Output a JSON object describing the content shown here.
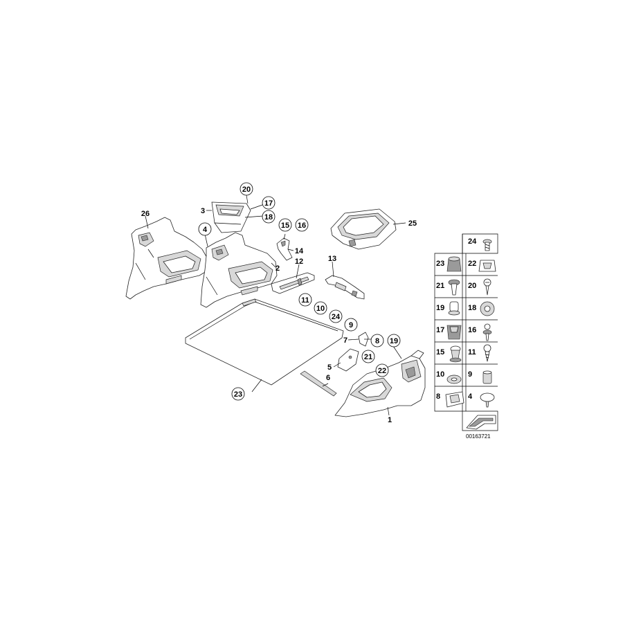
{
  "callouts": [
    {
      "id": "c26",
      "text": "26",
      "circled": false
    },
    {
      "id": "c4",
      "text": "4",
      "circled": true
    },
    {
      "id": "c20",
      "text": "20",
      "circled": true
    },
    {
      "id": "c3",
      "text": "3",
      "circled": false
    },
    {
      "id": "c17",
      "text": "17",
      "circled": true
    },
    {
      "id": "c18",
      "text": "18",
      "circled": true
    },
    {
      "id": "c15",
      "text": "15",
      "circled": true
    },
    {
      "id": "c16",
      "text": "16",
      "circled": true
    },
    {
      "id": "c14",
      "text": "14",
      "circled": false
    },
    {
      "id": "c2",
      "text": "2",
      "circled": false
    },
    {
      "id": "c12",
      "text": "12",
      "circled": false
    },
    {
      "id": "c13",
      "text": "13",
      "circled": false
    },
    {
      "id": "c25",
      "text": "25",
      "circled": false
    },
    {
      "id": "c11",
      "text": "11",
      "circled": true
    },
    {
      "id": "c10",
      "text": "10",
      "circled": true
    },
    {
      "id": "c24",
      "text": "24",
      "circled": true
    },
    {
      "id": "c9",
      "text": "9",
      "circled": true
    },
    {
      "id": "c7",
      "text": "7",
      "circled": false
    },
    {
      "id": "c8",
      "text": "8",
      "circled": true
    },
    {
      "id": "c19",
      "text": "19",
      "circled": true
    },
    {
      "id": "c5",
      "text": "5",
      "circled": false
    },
    {
      "id": "c21",
      "text": "21",
      "circled": true
    },
    {
      "id": "c22",
      "text": "22",
      "circled": true
    },
    {
      "id": "c6",
      "text": "6",
      "circled": false
    },
    {
      "id": "c23",
      "text": "23",
      "circled": true
    },
    {
      "id": "c1",
      "text": "1",
      "circled": false
    }
  ],
  "fastener_grid": [
    {
      "text": "24",
      "icon": "screw-flange-icon"
    },
    {
      "text": "23",
      "icon": "plug-cap-icon"
    },
    {
      "text": "22",
      "icon": "clip-nut-icon"
    },
    {
      "text": "21",
      "icon": "expanding-rivet-icon"
    },
    {
      "text": "20",
      "icon": "screw-icon"
    },
    {
      "text": "19",
      "icon": "grommet-cap-icon"
    },
    {
      "text": "18",
      "icon": "grommet-icon"
    },
    {
      "text": "17",
      "icon": "square-plug-icon"
    },
    {
      "text": "16",
      "icon": "push-rivet-icon"
    },
    {
      "text": "15",
      "icon": "clip-stud-icon"
    },
    {
      "text": "11",
      "icon": "tapping-screw-icon"
    },
    {
      "text": "10",
      "icon": "washer-icon"
    },
    {
      "text": "9",
      "icon": "sleeve-icon"
    },
    {
      "text": "8",
      "icon": "spring-clip-icon"
    },
    {
      "text": "4",
      "icon": "button-plug-icon"
    }
  ],
  "doc_number": "00163721"
}
